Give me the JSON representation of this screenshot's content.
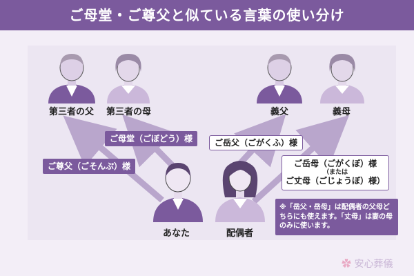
{
  "title": "ご母堂・ご尊父と似ている言葉の使い分け",
  "people": {
    "third_father": "第三者の父",
    "third_mother": "第三者の母",
    "father_in_law": "義父",
    "mother_in_law": "義母",
    "you": "あなた",
    "spouse": "配偶者"
  },
  "tags": {
    "gobodo": "ご母堂（ごぼどう）様",
    "gosonpu": "ご尊父（ごそんぷ）様",
    "gogakufu": "ご岳父（ごがくふ）様",
    "gogakubo": "ご岳母（ごがくぼ）様",
    "mataha": "（または",
    "gojobo": "ご丈母（ごじょうぼ）様）"
  },
  "note": "※「岳父・岳母」は配偶者の父母どちらにも使えます。「丈母」は妻の母のみに使います。",
  "logo": {
    "flower": "✿",
    "text": "安心葬儀"
  },
  "colors": {
    "purple": "#7b5a9d",
    "light_purple": "#b9a6cc",
    "panel": "#ece6f2"
  }
}
